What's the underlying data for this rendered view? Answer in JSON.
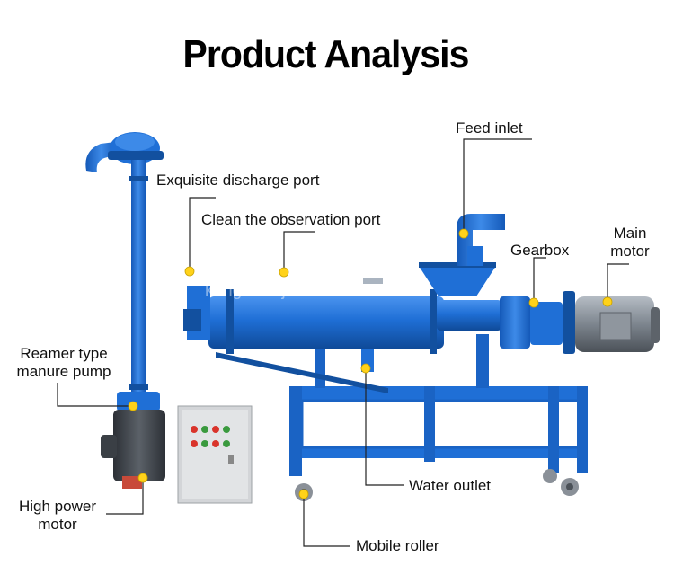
{
  "title": "Product Analysis",
  "watermark": "kangxinkeji.com",
  "callouts": {
    "feed_inlet": "Feed inlet",
    "discharge_port": "Exquisite discharge port",
    "observation_port": "Clean the observation port",
    "gearbox": "Gearbox",
    "main_motor_line1": "Main",
    "main_motor_line2": "motor",
    "reamer_line1": "Reamer type",
    "reamer_line2": "manure pump",
    "high_power_line1": "High power",
    "high_power_line2": "motor",
    "water_outlet": "Water outlet",
    "mobile_roller": "Mobile roller"
  },
  "colors": {
    "machine_blue": "#1f6fd6",
    "machine_dark": "#12509f",
    "marker_yellow": "#ffd21a",
    "motor_grey": "#7d858e",
    "cabinet_grey": "#d3d5d8"
  }
}
